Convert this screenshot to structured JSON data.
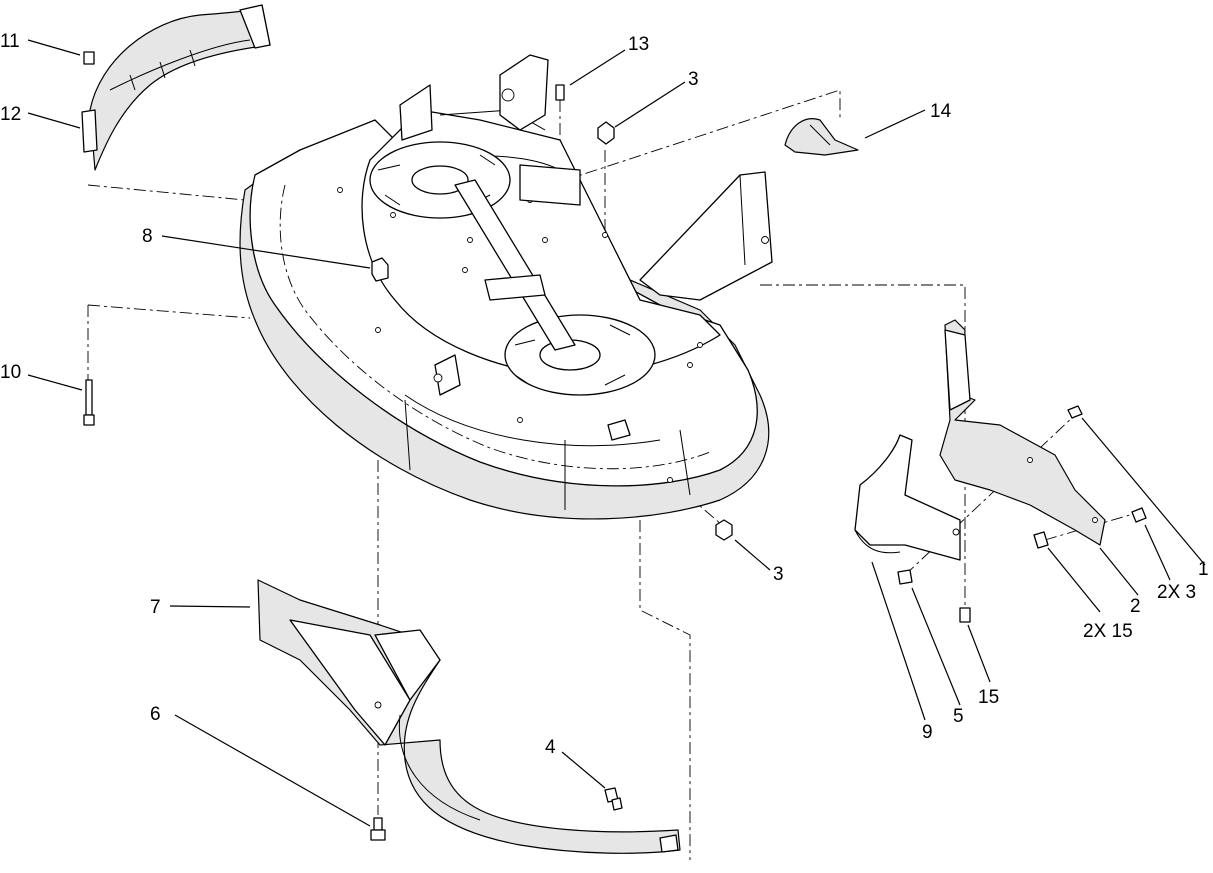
{
  "callouts": [
    {
      "id": "c1",
      "text": "1"
    },
    {
      "id": "c2",
      "text": "2"
    },
    {
      "id": "c2x3",
      "text": "2X 3"
    },
    {
      "id": "c2x15",
      "text": "2X 15"
    },
    {
      "id": "c3a",
      "text": "3"
    },
    {
      "id": "c3b",
      "text": "3"
    },
    {
      "id": "c4",
      "text": "4"
    },
    {
      "id": "c5",
      "text": "5"
    },
    {
      "id": "c6",
      "text": "6"
    },
    {
      "id": "c7",
      "text": "7"
    },
    {
      "id": "c8",
      "text": "8"
    },
    {
      "id": "c9",
      "text": "9"
    },
    {
      "id": "c10",
      "text": "10"
    },
    {
      "id": "c11",
      "text": "11"
    },
    {
      "id": "c12",
      "text": "12"
    },
    {
      "id": "c13",
      "text": "13"
    },
    {
      "id": "c14",
      "text": "14"
    },
    {
      "id": "c15",
      "text": "15"
    }
  ]
}
